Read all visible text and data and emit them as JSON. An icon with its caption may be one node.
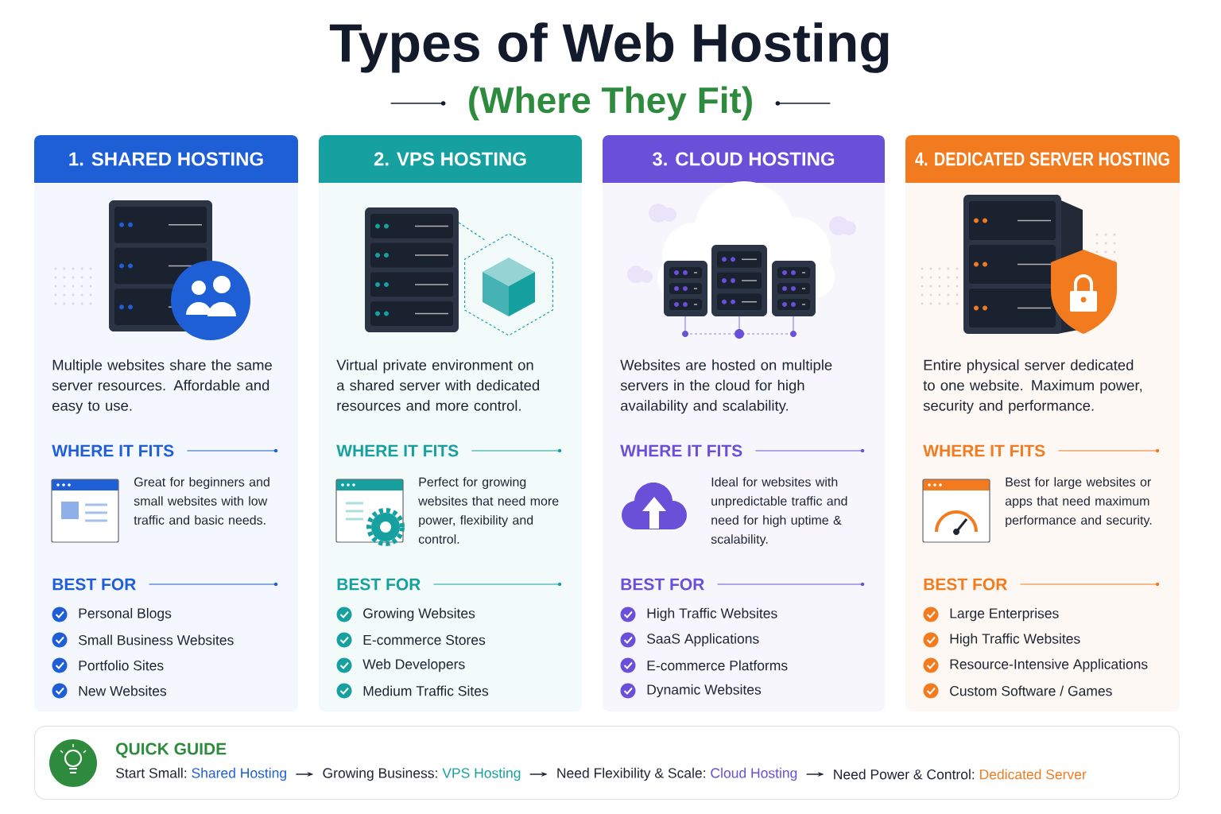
{
  "diagram": {
    "title": "Types of Web Hosting",
    "nodes": [
      {
        "text": [
          "1. SHARED HOSTING",
          "Multiple websites share the same server resources. Affordable and easy to use.",
          "WHERE IT FITS",
          "Great for beginners and small websites with low traffic and basic needs.",
          "BEST FOR",
          "Personal Blogs",
          "Small Business Websites",
          "Portfolio Sites",
          "New Websites"
        ]
      },
      {
        "text": [
          "2. VPS HOSTING",
          "Virtual private environment on a shared server with dedicated resources and more control.",
          "WHERE IT FITS",
          "Perfect for growing websites that need more power, flexibility and control.",
          "BEST FOR",
          "Growing Websites",
          "E-commerce Stores",
          "Web Developers",
          "Medium Traffic Sites"
        ]
      },
      {
        "text": [
          "3. CLOUD HOSTING",
          "Websites are hosted on multiple servers in the cloud for high availability and scalability.",
          "WHERE IT FITS",
          "Ideal for websites with unpredictable traffic and need for high uptime & scalability.",
          "BEST FOR",
          "High Traffic Websites",
          "SaaS Applications",
          "E-commerce Platforms",
          "Dynamic Websites"
        ]
      },
      {
        "text": [
          "4. DEDICATED SERVER HOSTING",
          "Entire physical server dedicated to one website. Maximum power, security and performance.",
          "WHERE IT FITS",
          "Best for large websites or apps that need maximum performance and security.",
          "BEST FOR",
          "Large Enterprises",
          "High Traffic Websites",
          "Resource-Intensive Applications",
          "Custom Software / Games"
        ]
      },
      {
        "text": [
          "QUICK GUIDE"
        ]
      },
      {
        "text": [
          "Start Small:",
          "Shared Hosting"
        ],
        "in": 4
      },
      {
        "text": [
          "Growing Business:",
          "VPS Hosting"
        ],
        "in": 4
      },
      {
        "text": [
          "Need Flexibility & Scale:",
          "Cloud Hosting"
        ],
        "in": 4
      },
      {
        "text": [
          "Need Power & Control:",
          "Dedicated Server"
        ],
        "in": 4
      }
    ],
    "edges": [
      {
        "from": 5,
        "to": 6,
        "arrow": "to"
      },
      {
        "from": 6,
        "to": 7,
        "arrow": "to"
      },
      {
        "from": 7,
        "to": 8,
        "arrow": "to"
      }
    ],
    "labels": [
      "(Where They Fit)"
    ]
  }
}
